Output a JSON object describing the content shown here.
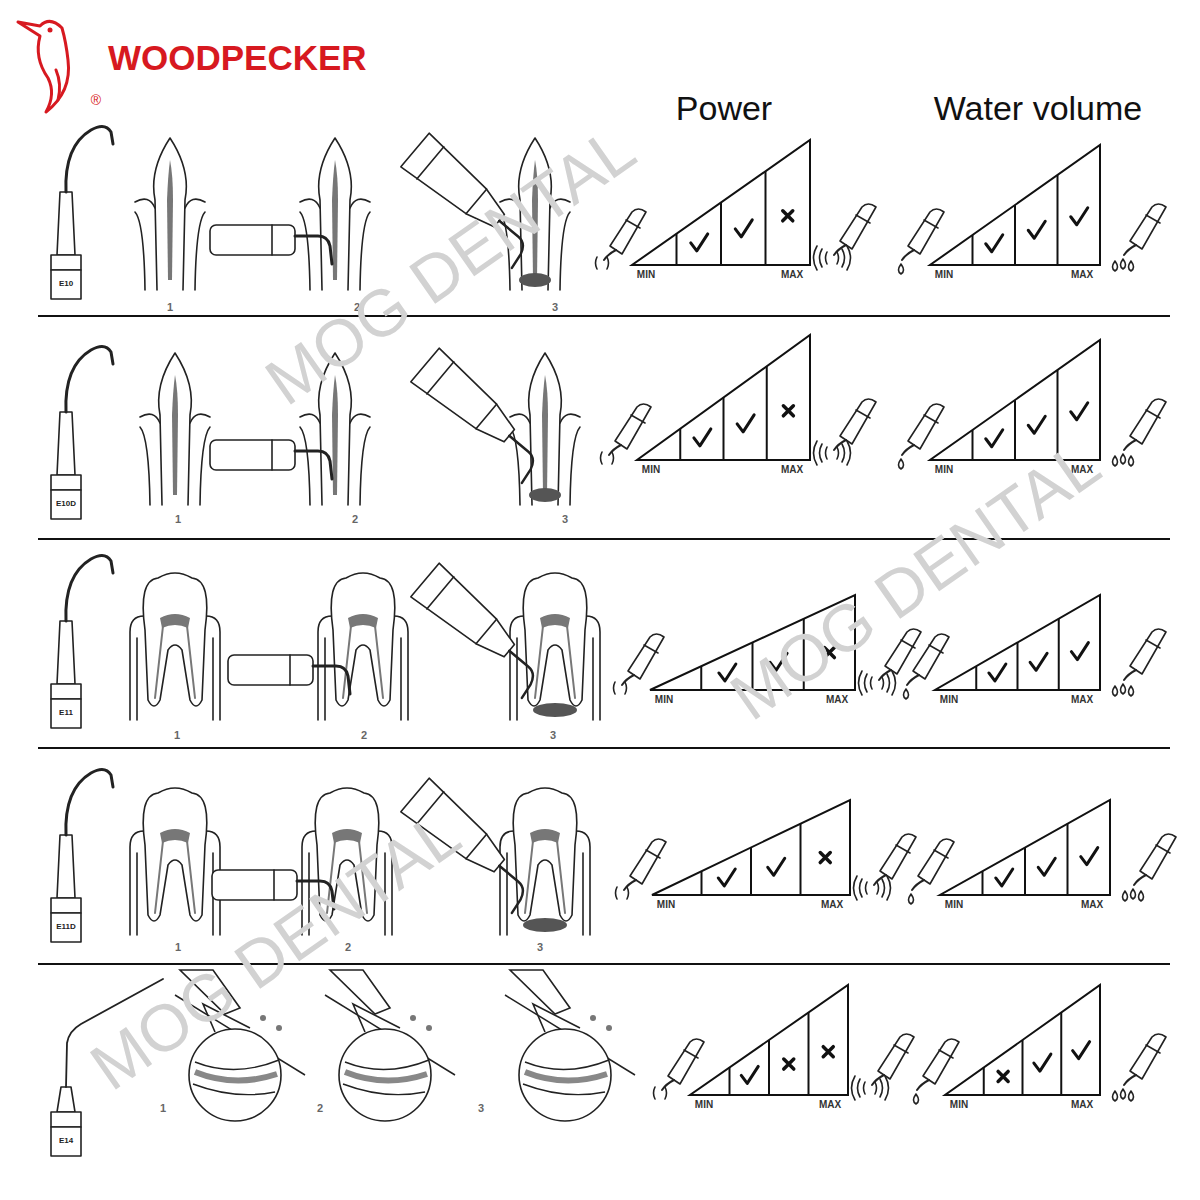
{
  "diagram": {
    "labels": [
      "WOODPECKER",
      "®",
      "Power",
      "Water volume",
      "E10",
      "1",
      "2",
      "3",
      "MIN",
      "MAX",
      "MIN",
      "MAX",
      "E10D",
      "1",
      "2",
      "3",
      "MIN",
      "MAX",
      "MIN",
      "MAX",
      "E11",
      "1",
      "2",
      "3",
      "MIN",
      "MAX",
      "MIN",
      "MAX",
      "E11D",
      "1",
      "2",
      "3",
      "MIN",
      "MAX",
      "MIN",
      "MAX",
      "E14",
      "1",
      "2",
      "3",
      "MIN",
      "MAX",
      "MIN",
      "MAX",
      "MOG DENTAL",
      "MOG DENTAL",
      "MOG DENTAL"
    ]
  }
}
